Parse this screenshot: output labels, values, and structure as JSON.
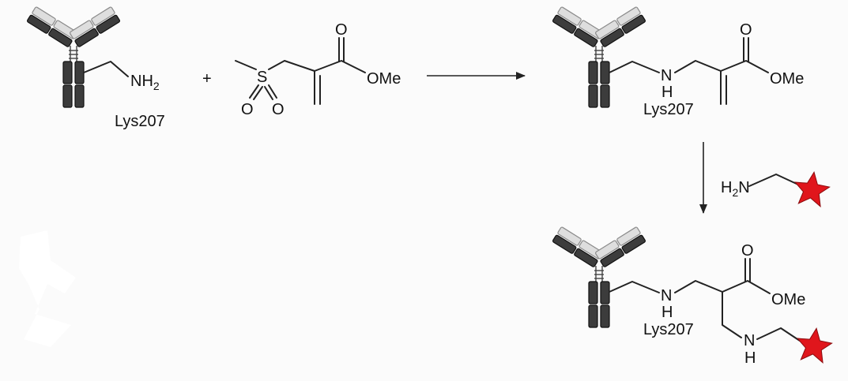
{
  "labels": {
    "nh2": "NH",
    "nh2_sub": "2",
    "lys": "Lys207",
    "plus": "+",
    "oxygen": "O",
    "sulfur": "S",
    "ome": "OMe",
    "nitrogen": "N",
    "hydrogen": "H",
    "h2n_h": "H",
    "h2n_sub": "2",
    "h2n_n": "N"
  },
  "colors": {
    "bond": "#222222",
    "antibody_dark": "#3c3c3c",
    "antibody_light": "#dedede",
    "label_star": "#e0161c"
  }
}
